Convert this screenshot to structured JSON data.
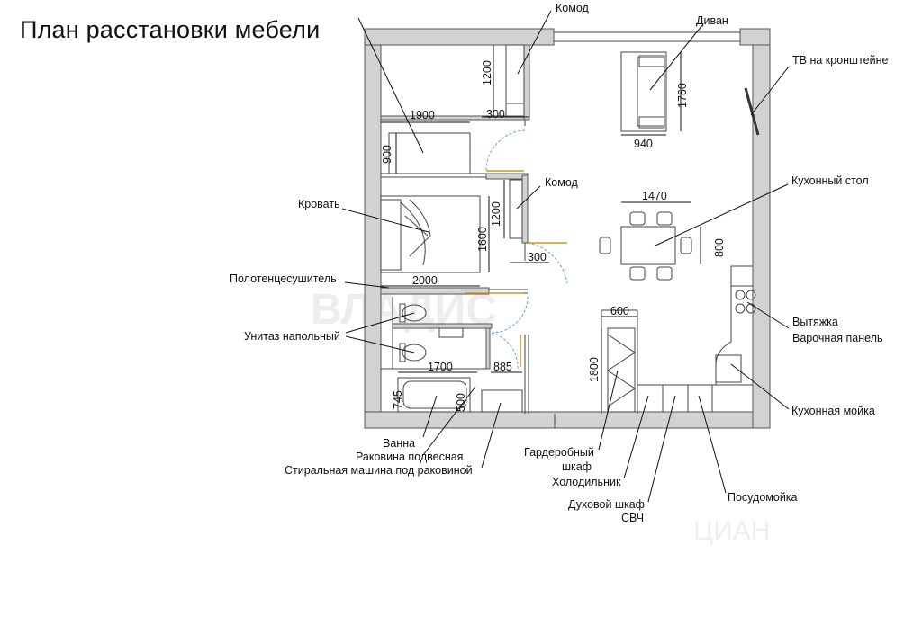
{
  "title": "План расстановки мебели",
  "labels": {
    "komod_top": "Комод",
    "divan": "Диван",
    "tv": "ТВ на кронштейне",
    "kitchen_table": "Кухонный стол",
    "komod_mid": "Комод",
    "bed": "Кровать",
    "towel": "Полотенцесушитель",
    "toilet": "Унитаз напольный",
    "hood_1": "Вытяжка",
    "hood_2": "Варочная панель",
    "sink": "Кухонная мойка",
    "bath": "Ванна",
    "washbasin": "Раковина подвесная",
    "washer": "Стиральная машина под раковиной",
    "wardrobe_1": "Гардеробный",
    "wardrobe_2": "шкаф",
    "fridge": "Холодильник",
    "oven_1": "Духовой шкаф",
    "oven_2": "СВЧ",
    "dishwasher": "Посудомойка"
  },
  "dims": {
    "d1200a": "1200",
    "d300a": "300",
    "d1760": "1760",
    "d940": "940",
    "d1900": "1900",
    "d900": "900",
    "d1200b": "1200",
    "d1470": "1470",
    "d1600": "1600",
    "d800": "800",
    "d300b": "300",
    "d2000": "2000",
    "d600": "600",
    "d1700": "1700",
    "d885": "885",
    "d1800": "1800",
    "d745": "745",
    "d500": "500"
  },
  "watermarks": {
    "logo": "ВЛАДИС",
    "corner": "ЦИАН"
  },
  "colors": {
    "wall": "#d2d2d2",
    "door_arc": "#5aa6e0",
    "door_leaf": "#d9902a"
  }
}
